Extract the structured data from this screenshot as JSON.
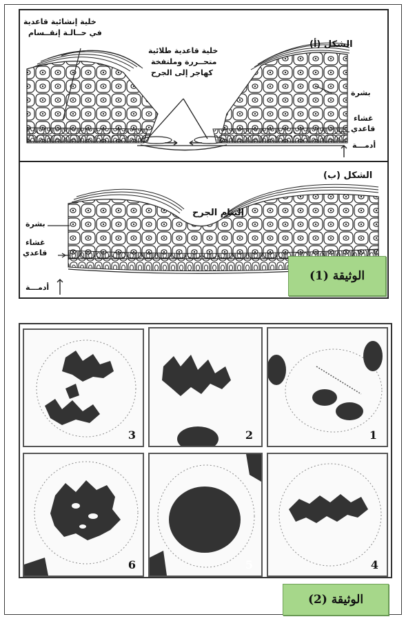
{
  "document1": {
    "badge": "الوثيقة (1)",
    "figure_a": {
      "title": "الشكل (أ)",
      "dividing_cell_label": [
        "خلية إنشائية قاعدية",
        "في حــالـة إنقــسام"
      ],
      "migrating_cells_label": [
        "خلية قاعدية طلائية",
        "متحــررة وملتفخة",
        "كهاجر إلى الجرح"
      ],
      "epidermis": "بشرة",
      "basal_membrane": [
        "غشاء",
        "قاعدي"
      ],
      "dermis": "أدمـــة"
    },
    "figure_b": {
      "title": "الشكل (ب)",
      "healing_label": "إلتنام الجرح",
      "epidermis": "بشرة",
      "basal_membrane": [
        "غشاء",
        "قاعدي"
      ],
      "dermis": "أدمـــة"
    }
  },
  "document2": {
    "badge": "الوثيقة (2)",
    "panels": [
      {
        "number": "3"
      },
      {
        "number": "2"
      },
      {
        "number": "1"
      },
      {
        "number": "6"
      },
      {
        "number": "5"
      },
      {
        "number": "4"
      }
    ]
  }
}
